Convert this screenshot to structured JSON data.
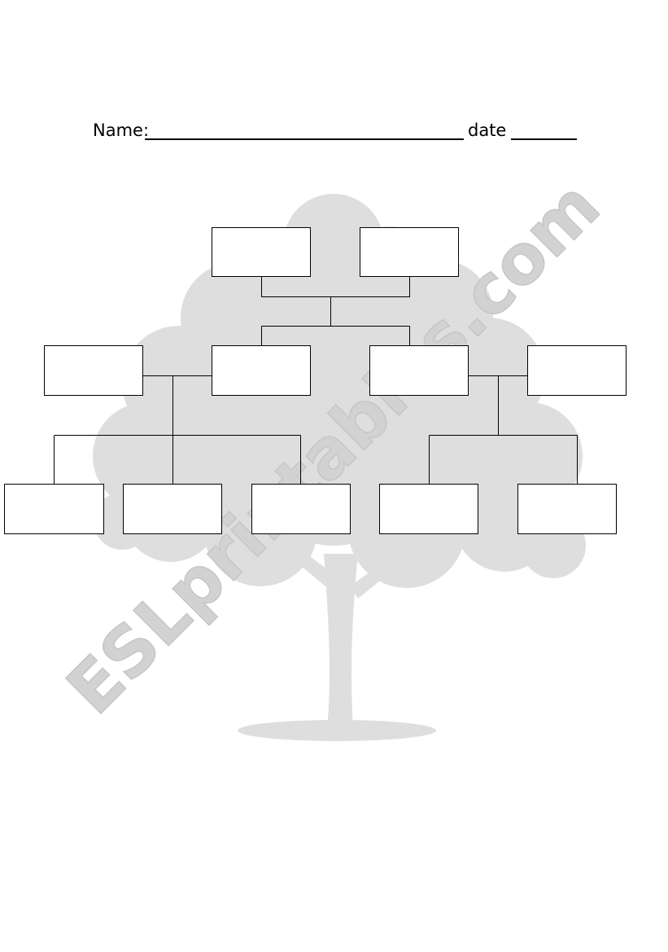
{
  "header": {
    "name_label": "Name:",
    "date_label": "date"
  },
  "watermark": {
    "text": "ESLprintables.com"
  },
  "colors": {
    "tree": "#dedede",
    "watermark": "#d4d4d4",
    "lines": "#000000",
    "boxes": "#ffffff"
  },
  "family_tree": {
    "generations": 3,
    "box_labels": [
      "",
      "",
      "",
      "",
      "",
      "",
      "",
      "",
      "",
      "",
      "",
      ""
    ]
  }
}
